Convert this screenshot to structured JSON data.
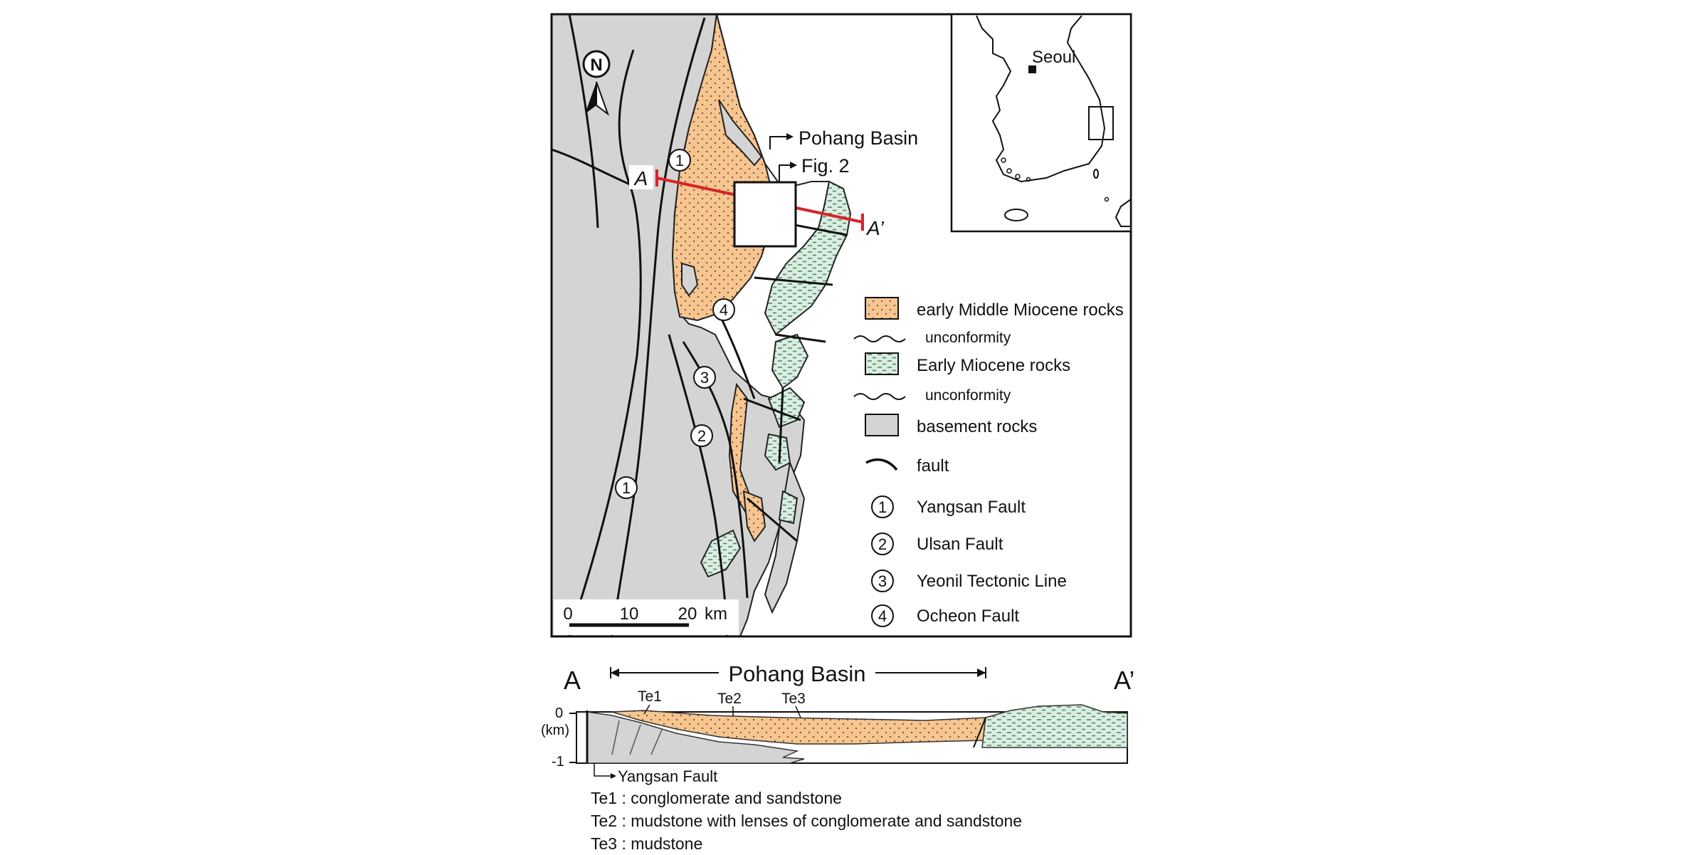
{
  "map": {
    "north_label": "N",
    "labels": {
      "pohang_basin": "Pohang Basin",
      "fig2": "Fig. 2",
      "a": "A",
      "a_prime": "A’"
    },
    "fault_markers_on_map": [
      "1",
      "1",
      "2",
      "3",
      "4"
    ],
    "scale": {
      "ticks": [
        "0",
        "10",
        "20"
      ],
      "unit": "km"
    }
  },
  "inset": {
    "city": "Seoul"
  },
  "legend": [
    {
      "kind": "swatch",
      "fill": "#f6c590",
      "pattern": "dots",
      "label": "early Middle Miocene rocks"
    },
    {
      "kind": "wavy",
      "label": "unconformity"
    },
    {
      "kind": "swatch",
      "fill": "#d9ede0",
      "pattern": "dashes",
      "label": "Early Miocene rocks"
    },
    {
      "kind": "wavy",
      "label": "unconformity"
    },
    {
      "kind": "swatch",
      "fill": "#d4d4d4",
      "pattern": "none",
      "label": "basement rocks"
    },
    {
      "kind": "line",
      "label": "fault"
    },
    {
      "kind": "circle",
      "num": "1",
      "label": "Yangsan Fault"
    },
    {
      "kind": "circle",
      "num": "2",
      "label": "Ulsan Fault"
    },
    {
      "kind": "circle",
      "num": "3",
      "label": "Yeonil Tectonic Line"
    },
    {
      "kind": "circle",
      "num": "4",
      "label": "Ocheon Fault"
    }
  ],
  "section": {
    "left_label": "A",
    "right_label": "A’",
    "basin_label": "Pohang Basin",
    "units": [
      "Te1",
      "Te2",
      "Te3"
    ],
    "y_ticks": [
      "0",
      "(km)",
      "-1"
    ],
    "fault_label": "Yangsan Fault"
  },
  "captions": [
    "Te1 : conglomerate and sandstone",
    "Te2 : mudstone with lenses of conglomerate and sandstone",
    "Te3 : mudstone"
  ],
  "colors": {
    "orange": "#f6c590",
    "green": "#d9ede0",
    "gray": "#d4d4d4",
    "red_line": "#d8232a"
  }
}
